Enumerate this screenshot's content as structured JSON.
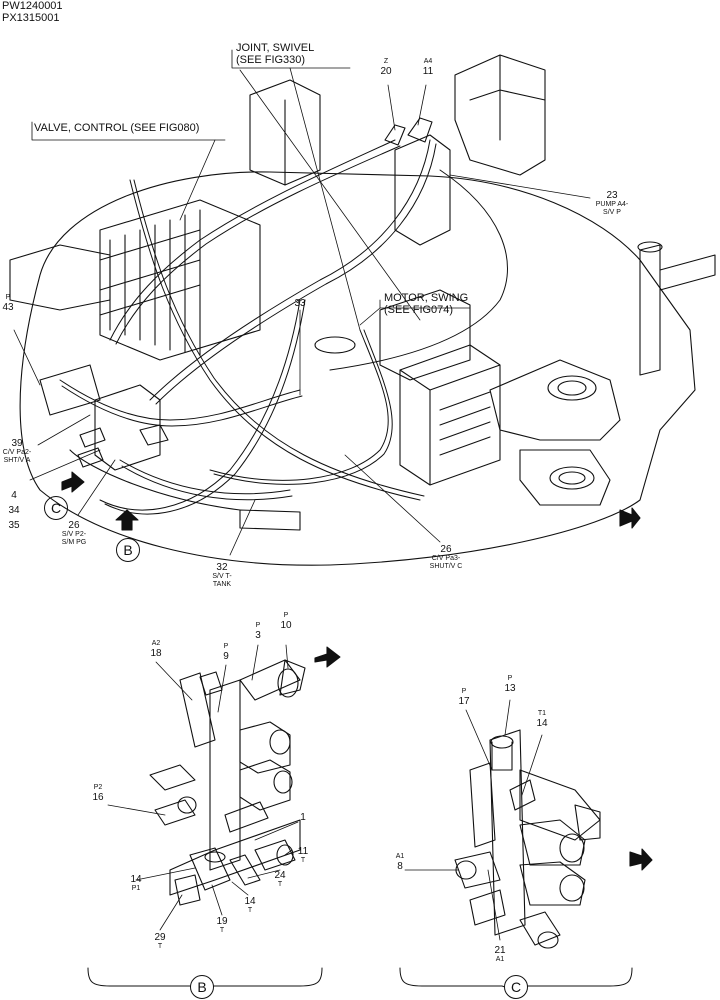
{
  "header": {
    "line1": "PW1240001",
    "line2": "PX1315001"
  },
  "callouts": {
    "joint_swivel": [
      "JOINT, SWIVEL",
      "(SEE FIG330)"
    ],
    "valve_control": "VALVE, CONTROL (SEE FIG080)",
    "motor_swing": [
      "MOTOR, SWING",
      "(SEE FIG074)"
    ]
  },
  "main_parts": {
    "p20": {
      "code": "Z",
      "num": "20"
    },
    "p11": {
      "code": "A4",
      "num": "11"
    },
    "p23": {
      "num": "23",
      "desc": [
        "PUMP A4-",
        "S/V P"
      ]
    },
    "p43": {
      "code": "P",
      "num": "43"
    },
    "p33": {
      "num": "33"
    },
    "p39": {
      "num": "39",
      "desc": [
        "C/V Pa2-",
        "SHT/V A"
      ]
    },
    "p4_34_35": [
      "4",
      "34",
      "35"
    ],
    "p26a": {
      "num": "26",
      "desc": [
        "S/V P2-",
        "S/M PG"
      ]
    },
    "p32": {
      "num": "32",
      "desc": [
        "S/V T-",
        "TANK"
      ]
    },
    "p26b": {
      "num": "26",
      "desc": [
        "C/V Pa3-",
        "SHUT/V C"
      ]
    }
  },
  "detail_b": {
    "p18": {
      "code": "A2",
      "num": "18"
    },
    "p9": {
      "code": "P",
      "num": "9"
    },
    "p3": {
      "code": "P",
      "num": "3"
    },
    "p10": {
      "code": "P",
      "num": "10"
    },
    "p16": {
      "code": "P2",
      "num": "16"
    },
    "p1": {
      "num": "1"
    },
    "p14a": {
      "num": "14",
      "code": "P1"
    },
    "p11": {
      "num": "11",
      "code": "T"
    },
    "p24": {
      "num": "24",
      "code": "T"
    },
    "p14b": {
      "num": "14",
      "code": "T"
    },
    "p19": {
      "num": "19",
      "code": "T"
    },
    "p29": {
      "num": "29",
      "code": "T"
    }
  },
  "detail_c": {
    "p13": {
      "code": "P",
      "num": "13"
    },
    "p17": {
      "code": "P",
      "num": "17"
    },
    "p14": {
      "code": "T1",
      "num": "14"
    },
    "p8": {
      "code": "A1",
      "num": "8"
    },
    "p21": {
      "num": "21",
      "code": "A1"
    }
  },
  "view_markers": {
    "B": "B",
    "C": "C"
  }
}
